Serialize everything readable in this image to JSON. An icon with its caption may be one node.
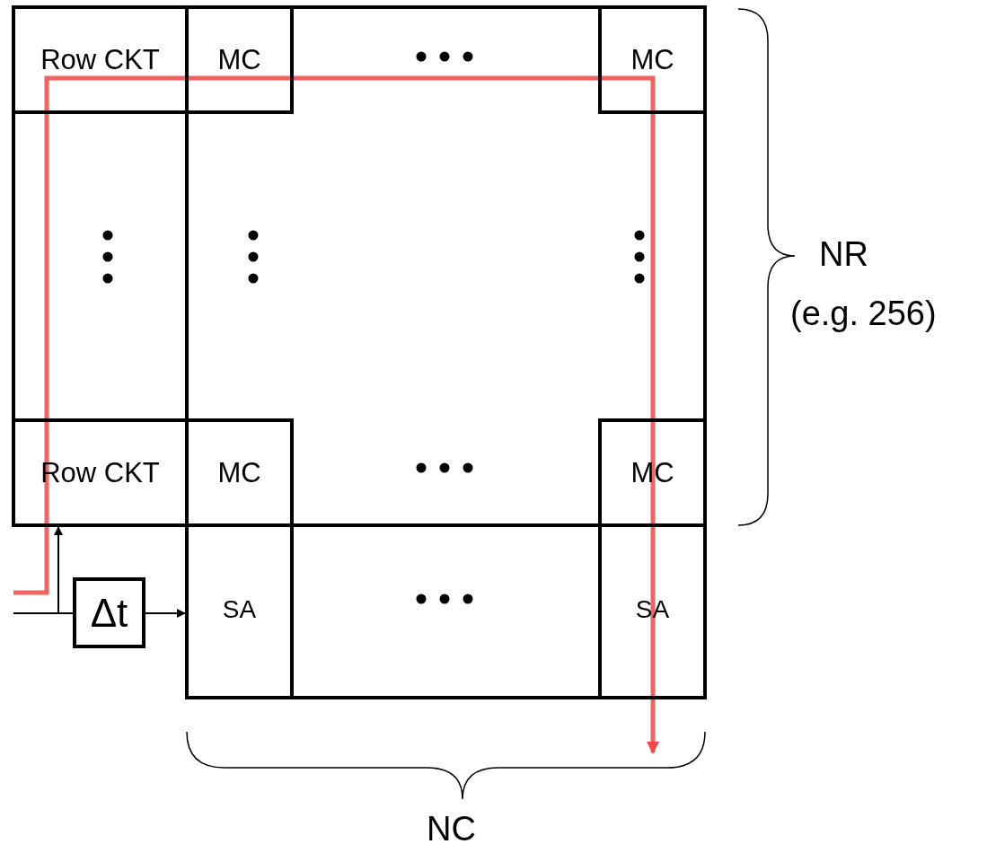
{
  "diagram": {
    "nodes": [
      {
        "text": [
          "Row CKT"
        ]
      },
      {
        "text": [
          "MC"
        ]
      },
      {
        "text": [
          "MC"
        ]
      },
      {
        "text": [
          "Row CKT"
        ]
      },
      {
        "text": [
          "MC"
        ]
      },
      {
        "text": [
          "MC"
        ]
      },
      {
        "text": [
          "SA"
        ]
      },
      {
        "text": [
          "SA"
        ]
      },
      {
        "text": [
          "Δt"
        ]
      }
    ],
    "edges": [
      {
        "from": null,
        "to": 3,
        "arrow": "to"
      },
      {
        "from": null,
        "to": 8,
        "arrow": "none"
      },
      {
        "from": 8,
        "to": 6,
        "arrow": "to"
      }
    ],
    "labels": [
      "NR",
      "(e.g. 256)",
      "NC"
    ]
  }
}
